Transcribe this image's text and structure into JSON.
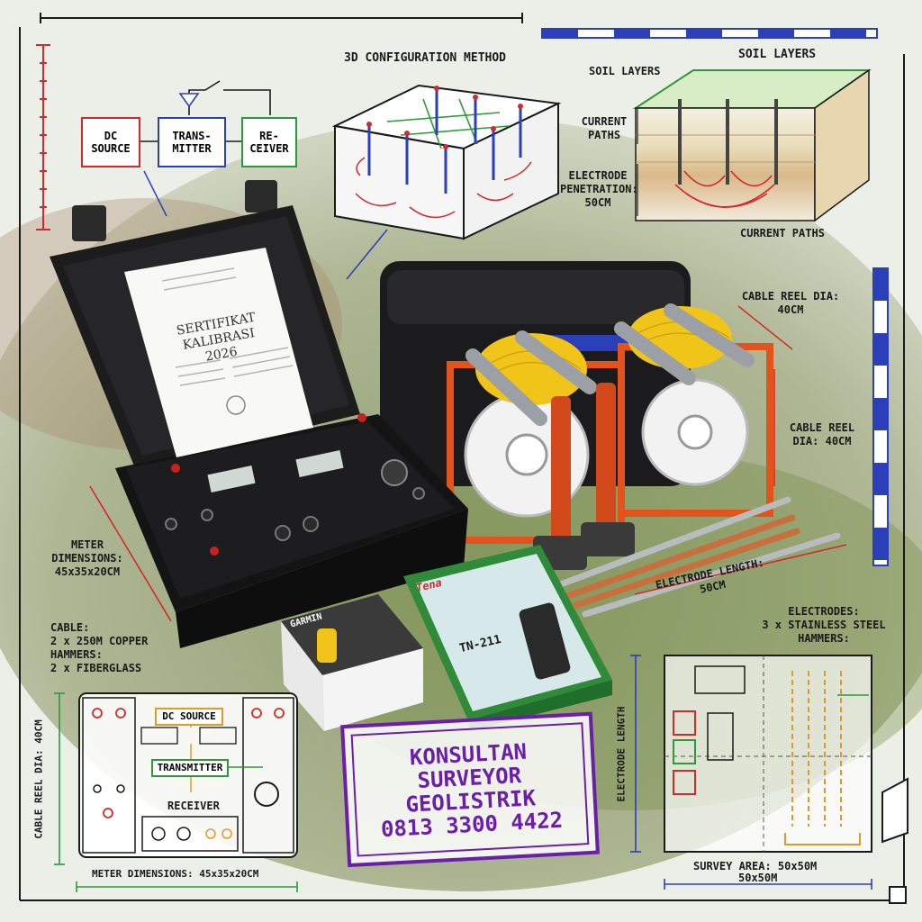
{
  "block_diagram": {
    "dc_source": "DC\nSOURCE",
    "transmitter": "TRANS-\nMITTER",
    "receiver": "RE-\nCEIVER"
  },
  "config_3d": {
    "title": "3D CONFIGURATION METHOD"
  },
  "soil": {
    "title": "SOIL LAYERS",
    "layers_label": "SOIL LAYERS",
    "current_paths_label": "CURRENT\nPATHS",
    "penetration_label": "ELECTRODE\nPENETRATION:\n50CM",
    "current_paths_bottom": "CURRENT PATHS"
  },
  "certificate": {
    "title": "SERTIFIKAT KALIBRASI\n2026"
  },
  "callouts": {
    "cable_reel_top": "CABLE REEL DIA:\n40CM",
    "cable_reel_side": "CABLE REEL\nDIA: 40CM",
    "meter_dimensions": "METER\nDIMENSIONS:\n45x35x20CM",
    "cable_hammers": "CABLE:\n2 x 250M COPPER\nHAMMERS:\n2 x FIBERGLASS",
    "electrode_length": "ELECTRODE LENGTH:\n50CM",
    "electrodes": "ELECTRODES:\n3 x STAINLESS STEEL\nHAMMERS:"
  },
  "products": {
    "gps_brand": "GARMIN",
    "radio_brand": "Tena",
    "radio_model": "TN-211"
  },
  "panel_diagram": {
    "dc_source": "DC SOURCE",
    "transmitter": "TRANSMITTER",
    "receiver": "RECEIVER",
    "cable_reel_dia": "CABLE REEL DIA: 40CM",
    "meter_dimensions": "METER DIMENSIONS: 45x35x20CM"
  },
  "survey": {
    "electrode_length": "ELECTRODE LENGTH",
    "area_label": "SURVEY AREA: 50x50M",
    "area_dims": "50x50M"
  },
  "stamp": {
    "line1": "KONSULTAN",
    "line2": "SURVEYOR",
    "line3": "GEOLISTRIK",
    "line4": "0813 3300 4422"
  },
  "colors": {
    "stamp": "#6a1fa8",
    "case": "#1c1c1c",
    "frame_orange": "#e2541b",
    "wire_yellow": "#f0c419",
    "accent_blue": "#2b3fb8",
    "accent_red": "#d22a2a",
    "accent_green": "#2c9a3a"
  }
}
